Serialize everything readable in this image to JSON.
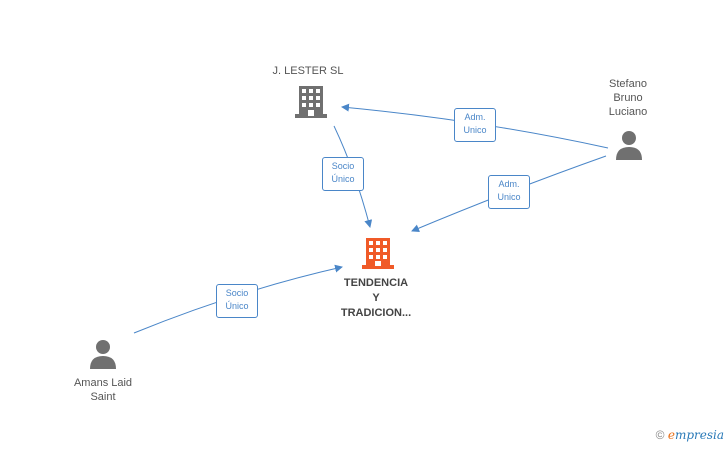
{
  "nodes": {
    "lester": {
      "label": "J. LESTER SL",
      "kind": "company"
    },
    "stefano": {
      "label_lines": [
        "Stefano",
        "Bruno",
        "Luciano"
      ],
      "kind": "person"
    },
    "tendencia": {
      "label_lines": [
        "TENDENCIA",
        "Y",
        "TRADICION..."
      ],
      "kind": "company-main"
    },
    "amans": {
      "label_lines": [
        "Amans Laid",
        "Saint"
      ],
      "kind": "person"
    }
  },
  "edges": [
    {
      "from": "stefano",
      "to": "lester",
      "label_lines": [
        "Adm.",
        "Unico"
      ]
    },
    {
      "from": "lester",
      "to": "tendencia",
      "label_lines": [
        "Socio",
        "Único"
      ]
    },
    {
      "from": "stefano",
      "to": "tendencia",
      "label_lines": [
        "Adm.",
        "Unico"
      ]
    },
    {
      "from": "amans",
      "to": "tendencia",
      "label_lines": [
        "Socio",
        "Único"
      ]
    }
  ],
  "colors": {
    "edge": "#4a86c8",
    "company": "#707070",
    "main": "#f05a28",
    "person": "#707070"
  },
  "watermark": {
    "symbol": "©",
    "brand_initial": "e",
    "brand_rest": "mpresia"
  }
}
